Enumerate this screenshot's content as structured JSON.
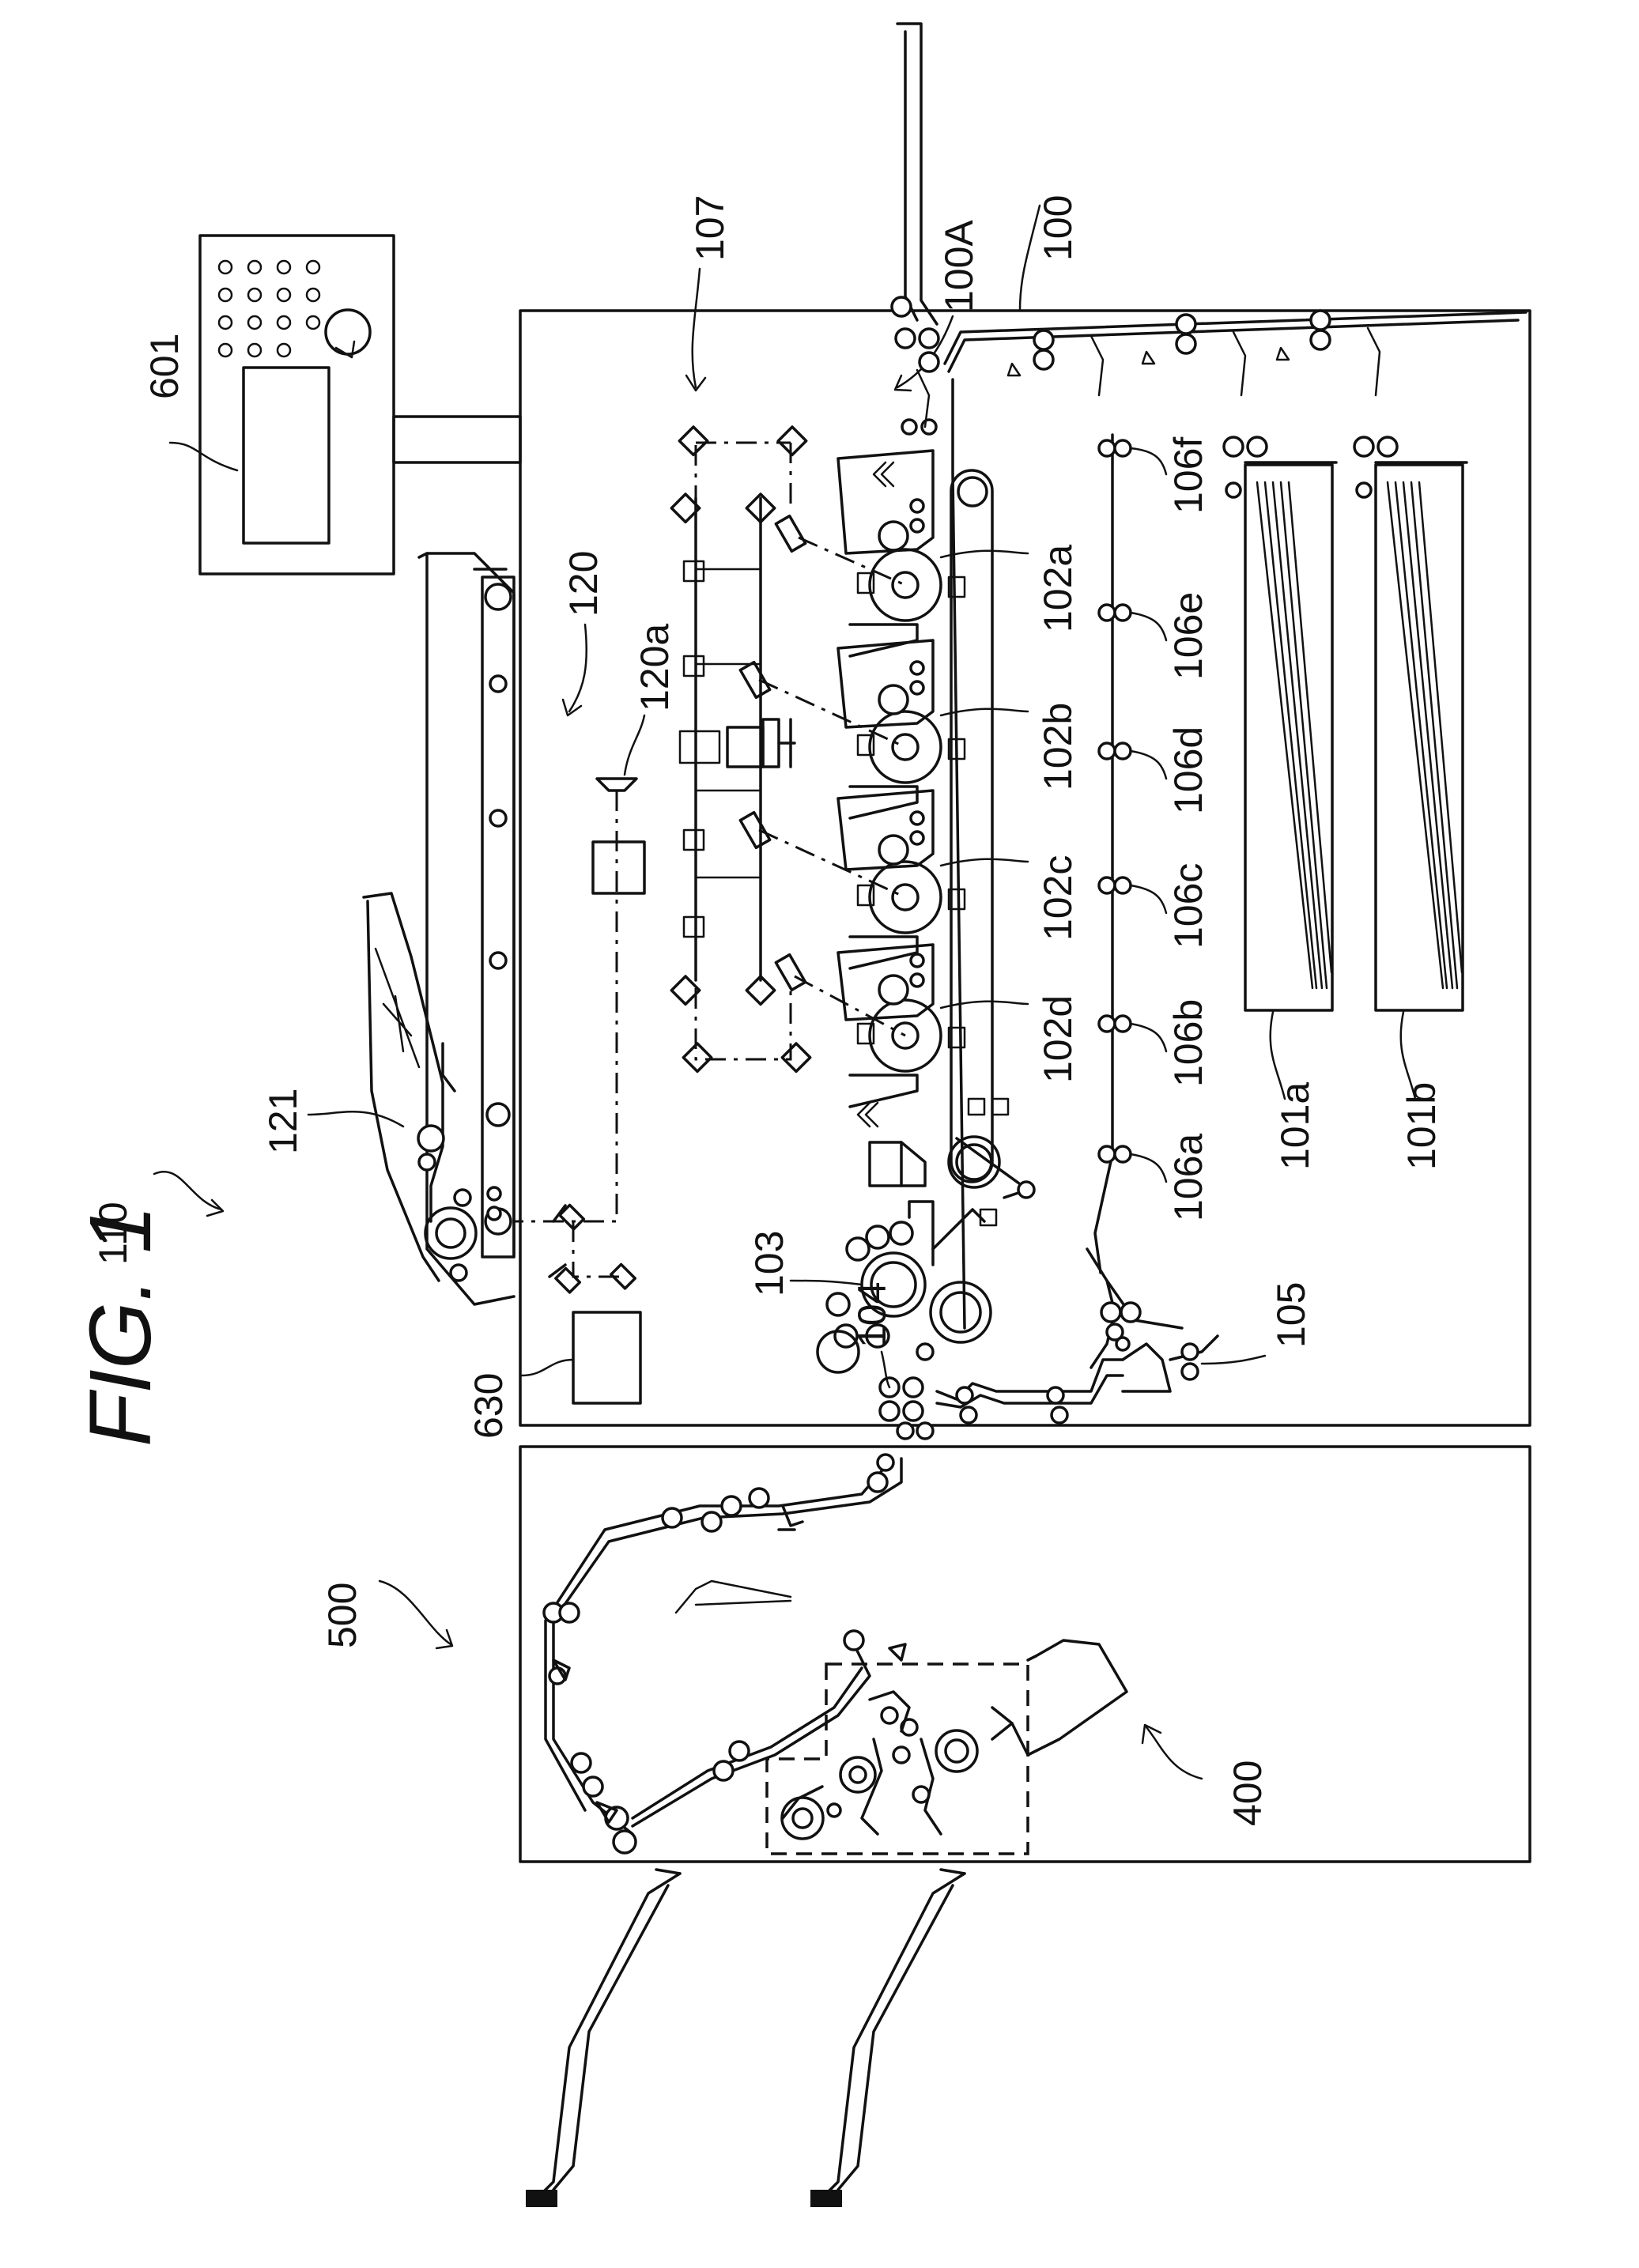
{
  "figure": {
    "title": "FIG. 1"
  },
  "labels": {
    "system": "110",
    "printer": "100",
    "conveyance_start": "100A",
    "laser_scanner": "107",
    "reader": "120",
    "reader_sensor": "120a",
    "feeder": "121",
    "console": "601",
    "controller": "630",
    "drum_a": "102a",
    "drum_b": "102b",
    "drum_c": "102c",
    "drum_d": "102d",
    "fixing": "103",
    "discharge": "104",
    "reversing": "105",
    "roller_a": "106a",
    "roller_b": "106b",
    "roller_c": "106c",
    "roller_d": "106d",
    "roller_e": "106e",
    "roller_f": "106f",
    "cassette_a": "101a",
    "cassette_b": "101b",
    "finisher": "500",
    "stapler": "400"
  }
}
